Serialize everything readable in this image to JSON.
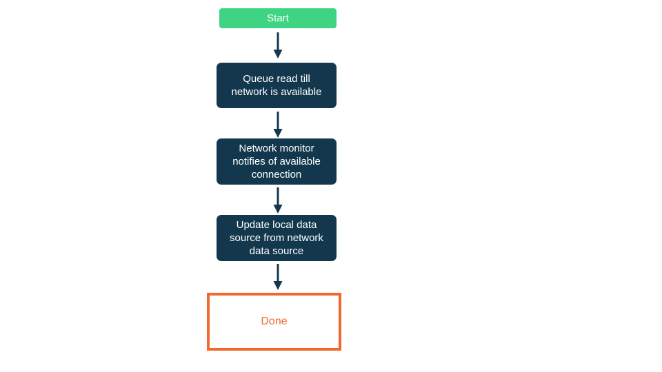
{
  "flowchart": {
    "nodes": [
      {
        "id": "start",
        "type": "start",
        "label": "Start"
      },
      {
        "id": "queue",
        "type": "process",
        "label": "Queue read till network is available"
      },
      {
        "id": "monitor",
        "type": "process",
        "label": "Network monitor notifies of available connection"
      },
      {
        "id": "update",
        "type": "process",
        "label": "Update local data source from network data source"
      },
      {
        "id": "done",
        "type": "terminal",
        "label": "Done"
      }
    ],
    "connections": [
      {
        "from": "start",
        "to": "queue",
        "icon": "arrow-down-icon"
      },
      {
        "from": "queue",
        "to": "monitor",
        "icon": "arrow-down-icon"
      },
      {
        "from": "monitor",
        "to": "update",
        "icon": "arrow-down-icon"
      },
      {
        "from": "update",
        "to": "done",
        "icon": "arrow-down-icon"
      }
    ],
    "colors": {
      "start_bg": "#3ed483",
      "process_bg": "#13384e",
      "node_text": "#ffffff",
      "arrow": "#13384e",
      "end_border": "#f2672f",
      "end_text": "#f2672f",
      "background": "#ffffff"
    }
  }
}
